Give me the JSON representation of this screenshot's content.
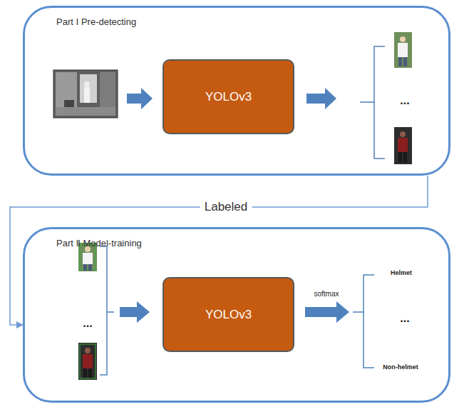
{
  "diagram": {
    "nodes": [
      {
        "text": [
          "Part Ⅰ Pre-detecting"
        ]
      },
      {
        "text": [
          "YOLOv3"
        ],
        "in": 0
      },
      {
        "text": [
          "Part Ⅱ Model-training"
        ]
      },
      {
        "text": [
          "YOLOv3"
        ],
        "in": 2
      }
    ],
    "edges": [
      {
        "from": 0,
        "to": 2,
        "label": "Labeled",
        "arrow": "to"
      }
    ],
    "labels": [
      "...",
      "...",
      "softmax",
      "Helmet",
      "...",
      "Non-helmet"
    ]
  }
}
